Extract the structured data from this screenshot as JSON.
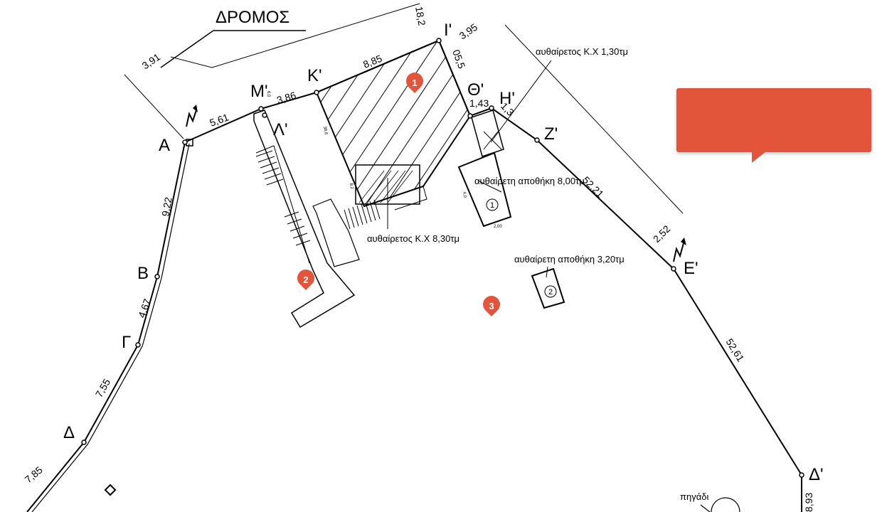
{
  "colors": {
    "marker": "#e2553a",
    "line": "#000000",
    "callout": "#e2553a"
  },
  "street_label": "ΔΡΟΜΟΣ",
  "vertices": {
    "A": "Α",
    "B": "Β",
    "G": "Γ",
    "D": "Δ",
    "Mp": "Μ'",
    "Lp": "Λ'",
    "Kp": "Κ'",
    "Ip": "Ι'",
    "Thp": "Θ'",
    "Hp": "Η'",
    "Zp": "Ζ'",
    "Ep": "Ε'",
    "Dp": "Δ'"
  },
  "dimensions": {
    "d391": "3,91",
    "d182": "18,2",
    "d395": "3,95",
    "d561": "5,61",
    "d386": "3,86",
    "d885": "8,85",
    "d505": "05,5",
    "d143": "1,43",
    "d13": "1,3",
    "d5221": "52,21",
    "d252": "2,52",
    "d5261": "52,61",
    "d922": "9,22",
    "d467": "4,67",
    "d755": "7,55",
    "d785": "7,85",
    "d893": "8,93",
    "d60": "6,0",
    "d200": "2,00",
    "d386b": "38,6",
    "d82": "8,2",
    "d04": "4,0"
  },
  "annotations": {
    "illegal_kx_130": "αυθαίρετος Κ.Χ 1,30τμ",
    "illegal_storage_800": "αυθαίρετη αποθήκη 8,00τμ",
    "illegal_kx_830": "αυθαίρετος Κ.Χ 8,30τμ",
    "illegal_storage_320": "αυθαίρετη αποθήκη  3,20τμ",
    "well": "πηγάδι"
  },
  "circle_numbers": {
    "c1": "1",
    "c2": "2"
  },
  "markers": [
    {
      "label": "1"
    },
    {
      "label": "2"
    },
    {
      "label": "3"
    }
  ]
}
